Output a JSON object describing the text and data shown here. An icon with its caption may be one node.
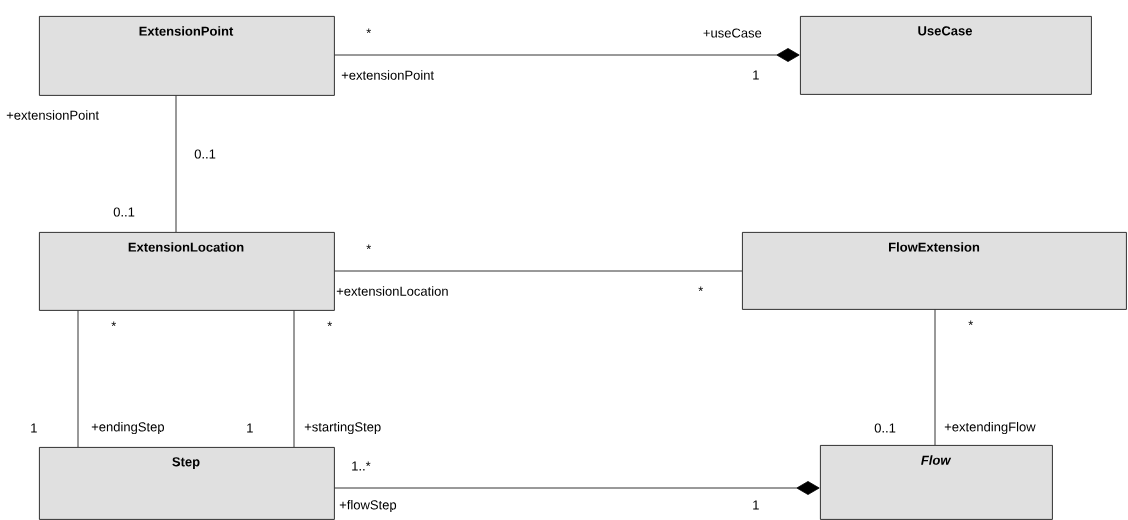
{
  "diagram": {
    "nodes": [
      {
        "text": [
          "ExtensionPoint"
        ]
      },
      {
        "text": [
          "UseCase"
        ]
      },
      {
        "text": [
          "ExtensionLocation"
        ]
      },
      {
        "text": [
          "FlowExtension"
        ]
      },
      {
        "text": [
          "Step"
        ]
      },
      {
        "text": [
          "*Flow*"
        ]
      }
    ],
    "edges": [
      {
        "from": 0,
        "to": 1,
        "arrow": "other"
      },
      {
        "from": 0,
        "to": 2,
        "arrow": "none"
      },
      {
        "from": 2,
        "to": 3,
        "arrow": "none"
      },
      {
        "from": 2,
        "to": 4,
        "arrow": "none"
      },
      {
        "from": 2,
        "to": 4,
        "arrow": "none"
      },
      {
        "from": 3,
        "to": 5,
        "arrow": "none"
      },
      {
        "from": 4,
        "to": 5,
        "arrow": "other"
      }
    ],
    "labels": [
      "*",
      "+useCase",
      "+extensionPoint",
      "1",
      "+extensionPoint",
      "0..1",
      "0..1",
      "*",
      "+extensionLocation",
      "*",
      "*",
      "*",
      "*",
      "1",
      "+endingStep",
      "1",
      "+startingStep",
      "0..1",
      "+extendingFlow",
      "1..*",
      "+flowStep",
      "1"
    ]
  }
}
